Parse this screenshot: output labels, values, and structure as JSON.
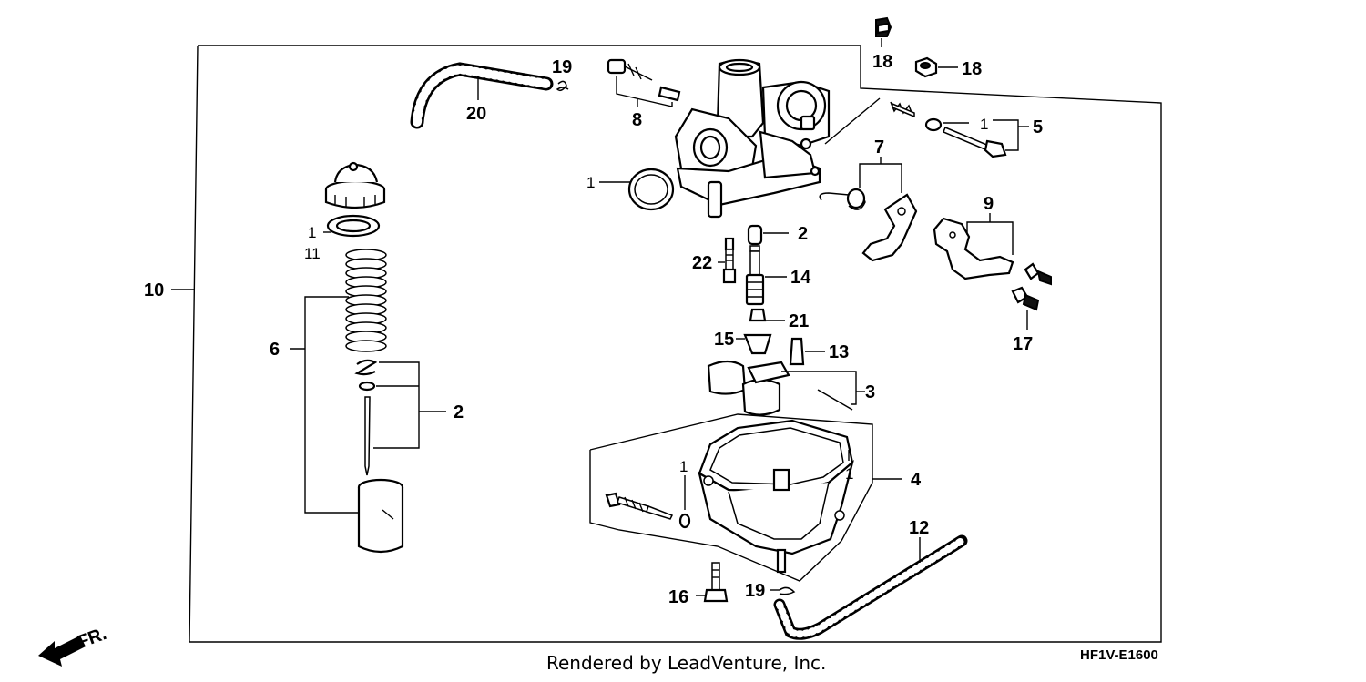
{
  "diagram": {
    "direction_label": "FR.",
    "footer_credit": "Rendered by LeadVenture, Inc.",
    "diagram_code": "HF1V-E1600",
    "callouts": [
      "1",
      "1",
      "1",
      "1",
      "1",
      "1",
      "1",
      "2",
      "2",
      "3",
      "4",
      "5",
      "6",
      "7",
      "8",
      "9",
      "10",
      "11",
      "12",
      "13",
      "14",
      "15",
      "16",
      "17",
      "18",
      "18",
      "19",
      "19",
      "20",
      "21",
      "22"
    ]
  }
}
